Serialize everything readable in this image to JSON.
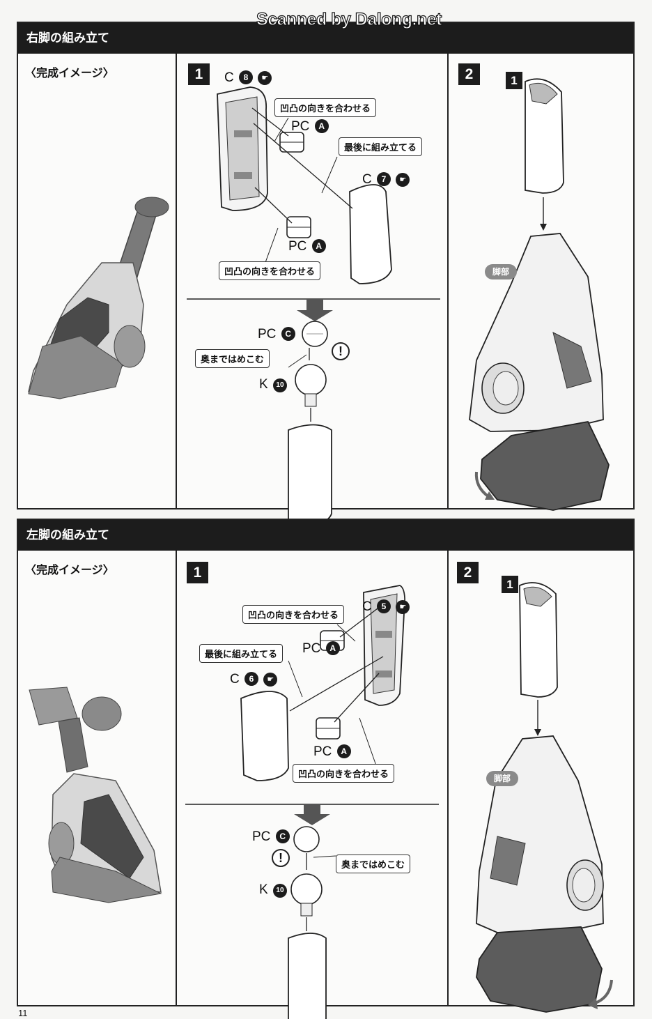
{
  "watermark": "Scanned by Dalong.net",
  "page_number": "11",
  "sections": [
    {
      "title": "右脚の組み立て",
      "image_label": "〈完成イメージ〉",
      "step1": {
        "number": "1",
        "callout_top": "凹凸の向きを合わせる",
        "callout_last": "最後に組み立てる",
        "callout_bottom": "凹凸の向きを合わせる",
        "callout_push": "奥まではめこむ",
        "part_c8": "C",
        "part_c8_num": "8",
        "part_c7": "C",
        "part_c7_num": "7",
        "part_pca_1": "PC",
        "part_pca_1_badge": "A",
        "part_pca_2": "PC",
        "part_pca_2_badge": "A",
        "part_pcc": "PC",
        "part_pcc_badge": "C",
        "part_k10": "K",
        "part_k10_num": "10",
        "warn": "!"
      },
      "step2": {
        "number": "2",
        "sub_number": "1",
        "leg_label": "脚部"
      }
    },
    {
      "title": "左脚の組み立て",
      "image_label": "〈完成イメージ〉",
      "step1": {
        "number": "1",
        "callout_top": "凹凸の向きを合わせる",
        "callout_last": "最後に組み立てる",
        "callout_bottom": "凹凸の向きを合わせる",
        "callout_push": "奥まではめこむ",
        "part_c5": "C",
        "part_c5_num": "5",
        "part_c6": "C",
        "part_c6_num": "6",
        "part_pca_1": "PC",
        "part_pca_1_badge": "A",
        "part_pca_2": "PC",
        "part_pca_2_badge": "A",
        "part_pcc": "PC",
        "part_pcc_badge": "C",
        "part_k10": "K",
        "part_k10_num": "10",
        "warn": "!"
      },
      "step2": {
        "number": "2",
        "sub_number": "1",
        "leg_label": "脚部"
      }
    }
  ],
  "icons": {
    "hand": "hand-pointer-icon",
    "warning": "exclamation-icon"
  }
}
